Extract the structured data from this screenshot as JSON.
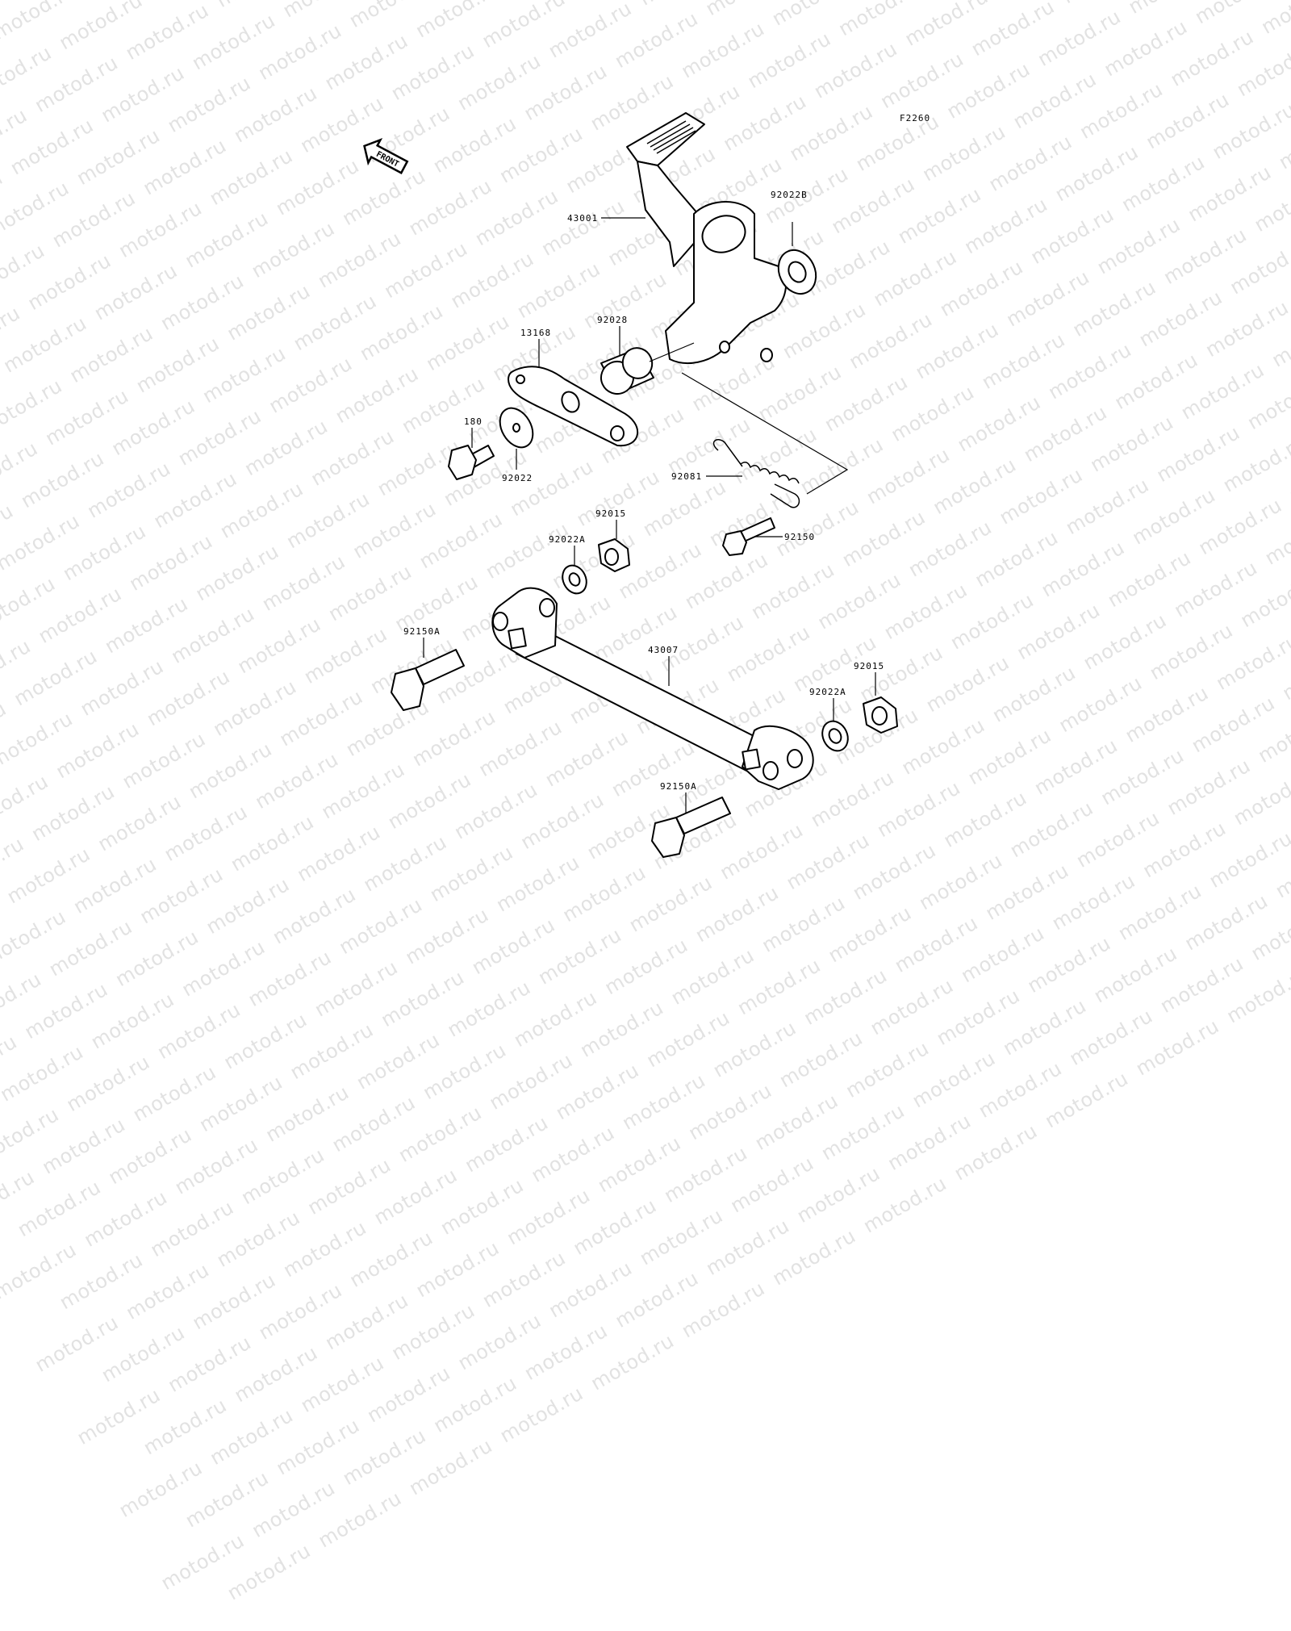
{
  "watermark": {
    "text": "motod.ru"
  },
  "diagram": {
    "code": "F2260",
    "front_label": "FRONT",
    "parts": {
      "pedal": "43001",
      "washer_top": "92022B",
      "bushing": "92028",
      "plate": "13168",
      "bolt_small": "180",
      "washer_plate": "92022",
      "spring": "92081",
      "nut_upper": "92015",
      "washer_upper": "92022A",
      "bolt_spring": "92150",
      "bolt_left": "92150A",
      "rod": "43007",
      "washer_lower": "92022A",
      "nut_lower": "92015",
      "bolt_bottom": "92150A"
    }
  }
}
